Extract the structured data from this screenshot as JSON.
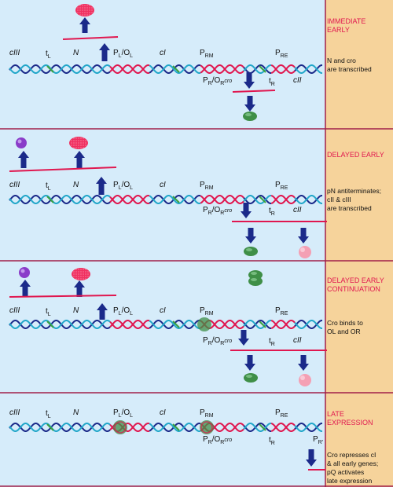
{
  "colors": {
    "panel_background": "#d6ecfa",
    "side_background": "#f6d39b",
    "dna_strand_a": "#1b2a8a",
    "dna_strand_b": "#22a7c9",
    "dna_promoter": "#e0174f",
    "dna_other": "#3aa040",
    "rna": "#e0174f",
    "arrow": "#1b2a8a",
    "protein_n": "#f03060",
    "protein_cii": "#f4a0b4",
    "protein_ciii": "#8a3cc9",
    "protein_cro": "#3f8f47",
    "stage_title": "#e0174f"
  },
  "gene_labels": {
    "ciii": "cIII",
    "tL": "t",
    "tL_sub": "L",
    "N": "N",
    "PL": "P",
    "PL_sub": "L",
    "OL": "/O",
    "OL_sub": "L",
    "cI": "cI",
    "PRM": "P",
    "PRM_sub": "RM",
    "PRE": "P",
    "PRE_sub": "RE",
    "PR": "P",
    "PR_sub": "R",
    "OR": "/O",
    "OR_sub": "R",
    "cro": "cro",
    "tR": "t",
    "tR_sub": "R",
    "cII": "cII",
    "PR_prime": "P",
    "PR_prime_sub": "R'"
  },
  "stages": [
    {
      "title_lines": [
        "IMMEDIATE",
        "EARLY"
      ],
      "note_lines": [
        "N and cro",
        "are transcribed"
      ]
    },
    {
      "title_lines": [
        "DELAYED EARLY"
      ],
      "note_lines": [
        "pN antiterminates;",
        "cII & cIII",
        "are transcribed"
      ]
    },
    {
      "title_lines": [
        "DELAYED EARLY",
        "CONTINUATION"
      ],
      "note_lines": [
        "Cro binds to",
        "OL  and OR"
      ]
    },
    {
      "title_lines": [
        "LATE",
        "EXPRESSION"
      ],
      "note_lines": [
        "Cro represses cI",
        "& all early genes;",
        "pQ activates",
        "late expression"
      ]
    }
  ]
}
